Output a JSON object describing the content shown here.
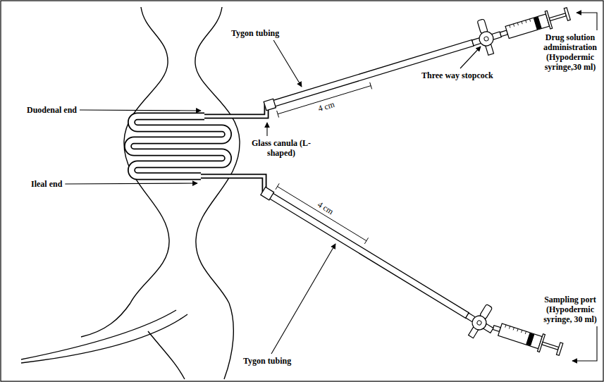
{
  "diagram": {
    "labels": [
      "Tygon tubing",
      "Drug solution administration (Hypodermic syringe,30 ml)",
      "Three way stopcock",
      "Duodenal end",
      "4 cm",
      "Glass canula (L-shaped)",
      "Ileal end",
      "4 cm",
      "Sampling port (Hypodermic syringe, 30 ml)",
      "Tygon tubing"
    ]
  }
}
